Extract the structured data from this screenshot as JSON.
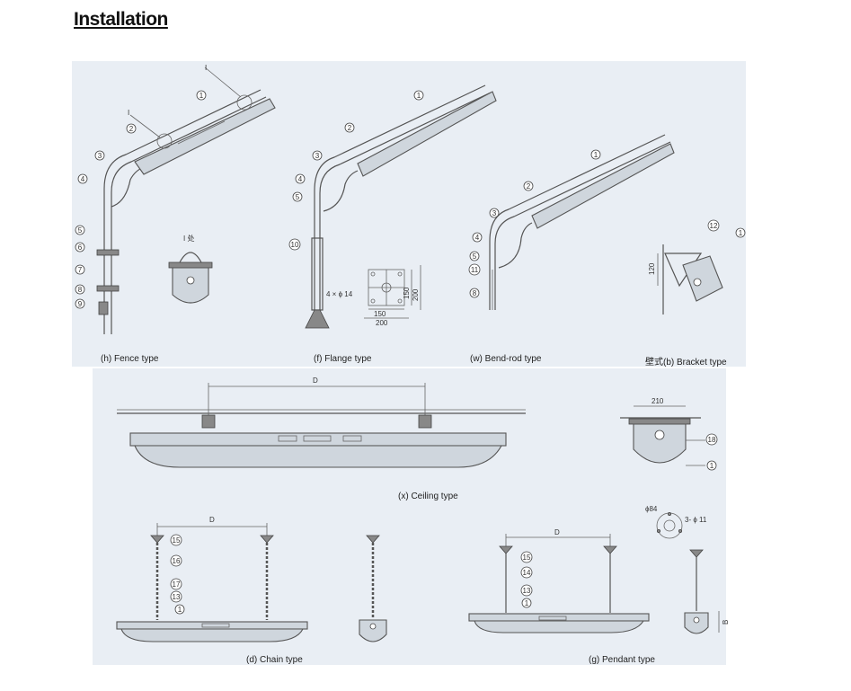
{
  "title": "Installation",
  "captions": {
    "fence": "(h) Fence type",
    "flange": "(f) Flange type",
    "bend_rod": "(w) Bend-rod type",
    "bracket": "壁式(b) Bracket type",
    "ceiling": "(x) Ceiling type",
    "chain": "(d) Chain type",
    "pendant": "(g) Pendant type"
  },
  "labels": {
    "detail_marker": "I",
    "detail_view": "I 处",
    "bolt_spec": "4 × ϕ 14",
    "dim_150": "150",
    "dim_200": "200",
    "dim_120": "120",
    "dim_210": "210",
    "dim_D": "D",
    "dim_84": "ϕ84",
    "hole_spec": "3- ϕ 11",
    "dim_B": "B"
  },
  "part_numbers": {
    "n1": "1",
    "n2": "2",
    "n3": "3",
    "n4": "4",
    "n5": "5",
    "n6": "6",
    "n7": "7",
    "n8": "8",
    "n9": "9",
    "n10": "10",
    "n11": "11",
    "n12": "12",
    "n13": "13",
    "n14": "14",
    "n15": "15",
    "n16": "16",
    "n17": "17",
    "n18": "18"
  }
}
